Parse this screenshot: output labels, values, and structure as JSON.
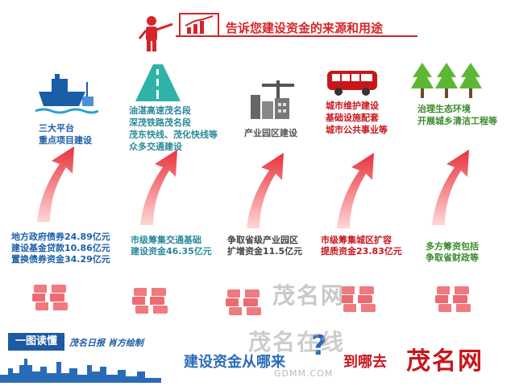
{
  "header": {
    "title": "告诉您建设资金的来源和用途"
  },
  "uses": [
    {
      "text": "三大平台\n重点项目建设",
      "icon": "ship-icon"
    },
    {
      "text": "油湛高速茂名段\n深茂铁路茂名段\n茂东快线、茂化快线等\n众多交通建设",
      "icon": "road-icon"
    },
    {
      "text": "产业园区建设",
      "icon": "factory-icon"
    },
    {
      "text": "城市维护建设\n基础设施配套\n城市公共事业等",
      "icon": "bus-icon"
    },
    {
      "text": "治理生态环境\n开展城乡清洁工程等",
      "icon": "trees-icon"
    }
  ],
  "sources": [
    {
      "text": "地方政府债券24.89亿元\n建设基金贷款10.86亿元\n置换债券资金34.29亿元"
    },
    {
      "text": "市级筹集交通基础\n建设资金46.35亿元"
    },
    {
      "text": "争取省级产业园区\n扩增资金11.5亿元"
    },
    {
      "text": "市级筹集城区扩容\n提质资金23.83亿元"
    },
    {
      "text": "多方筹资包括\n争取省财政等"
    }
  ],
  "footer": {
    "badge": "一图读懂",
    "credit": "茂名日报 肖方绘制",
    "slogan_part1": "建设资金从哪来",
    "question_mark": "?",
    "slogan_part2": "到哪去",
    "brand": "茂名网"
  },
  "watermarks": {
    "middle": "茂名网",
    "overlay": "茂名在线",
    "url": "GDMM.COM"
  },
  "colors": {
    "accent_red": "#d4252a",
    "blue": "#1b5ea8",
    "green": "#3a8a2a"
  }
}
